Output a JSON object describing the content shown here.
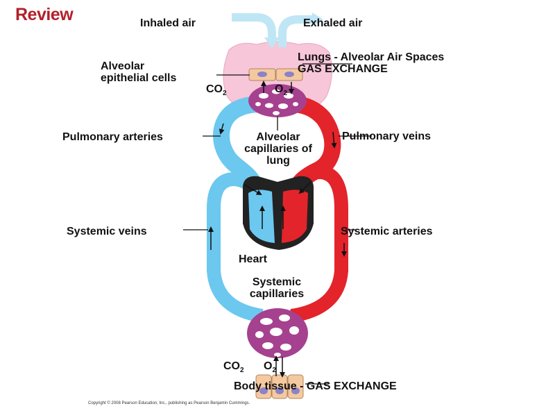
{
  "title": "Review",
  "labels": {
    "inhaled_air": "Inhaled air",
    "exhaled_air": "Exhaled air",
    "lungs_line1": "Lungs - Alveolar Air Spaces",
    "lungs_line2": "GAS EXCHANGE",
    "alveolar_epithelial_line1": "Alveolar",
    "alveolar_epithelial_line2": "epithelial cells",
    "co2": "CO",
    "o2": "O",
    "subscript_2": "2",
    "pulmonary_arteries": "Pulmonary arteries",
    "pulmonary_veins": "Pulmonary veins",
    "alveolar_capillaries_line1": "Alveolar",
    "alveolar_capillaries_line2": "capillaries of",
    "alveolar_capillaries_line3": "lung",
    "systemic_veins": "Systemic veins",
    "systemic_arteries": "Systemic arteries",
    "heart": "Heart",
    "systemic_capillaries_line1": "Systemic",
    "systemic_capillaries_line2": "capillaries",
    "body_tissue": "Body tissue - GAS EXCHANGE"
  },
  "copyright": "Copyright © 2008 Pearson Education, Inc., publishing as Pearson Benjamin Cummings.",
  "colors": {
    "title": "#b3202a",
    "deoxygenated": "#6cc8ef",
    "oxygenated": "#e3242b",
    "capillary": "#a5418f",
    "lung": "#f7c6d8",
    "heart": "#222222",
    "tissue": "#f5c9a0",
    "air": "#bfe6f5"
  }
}
